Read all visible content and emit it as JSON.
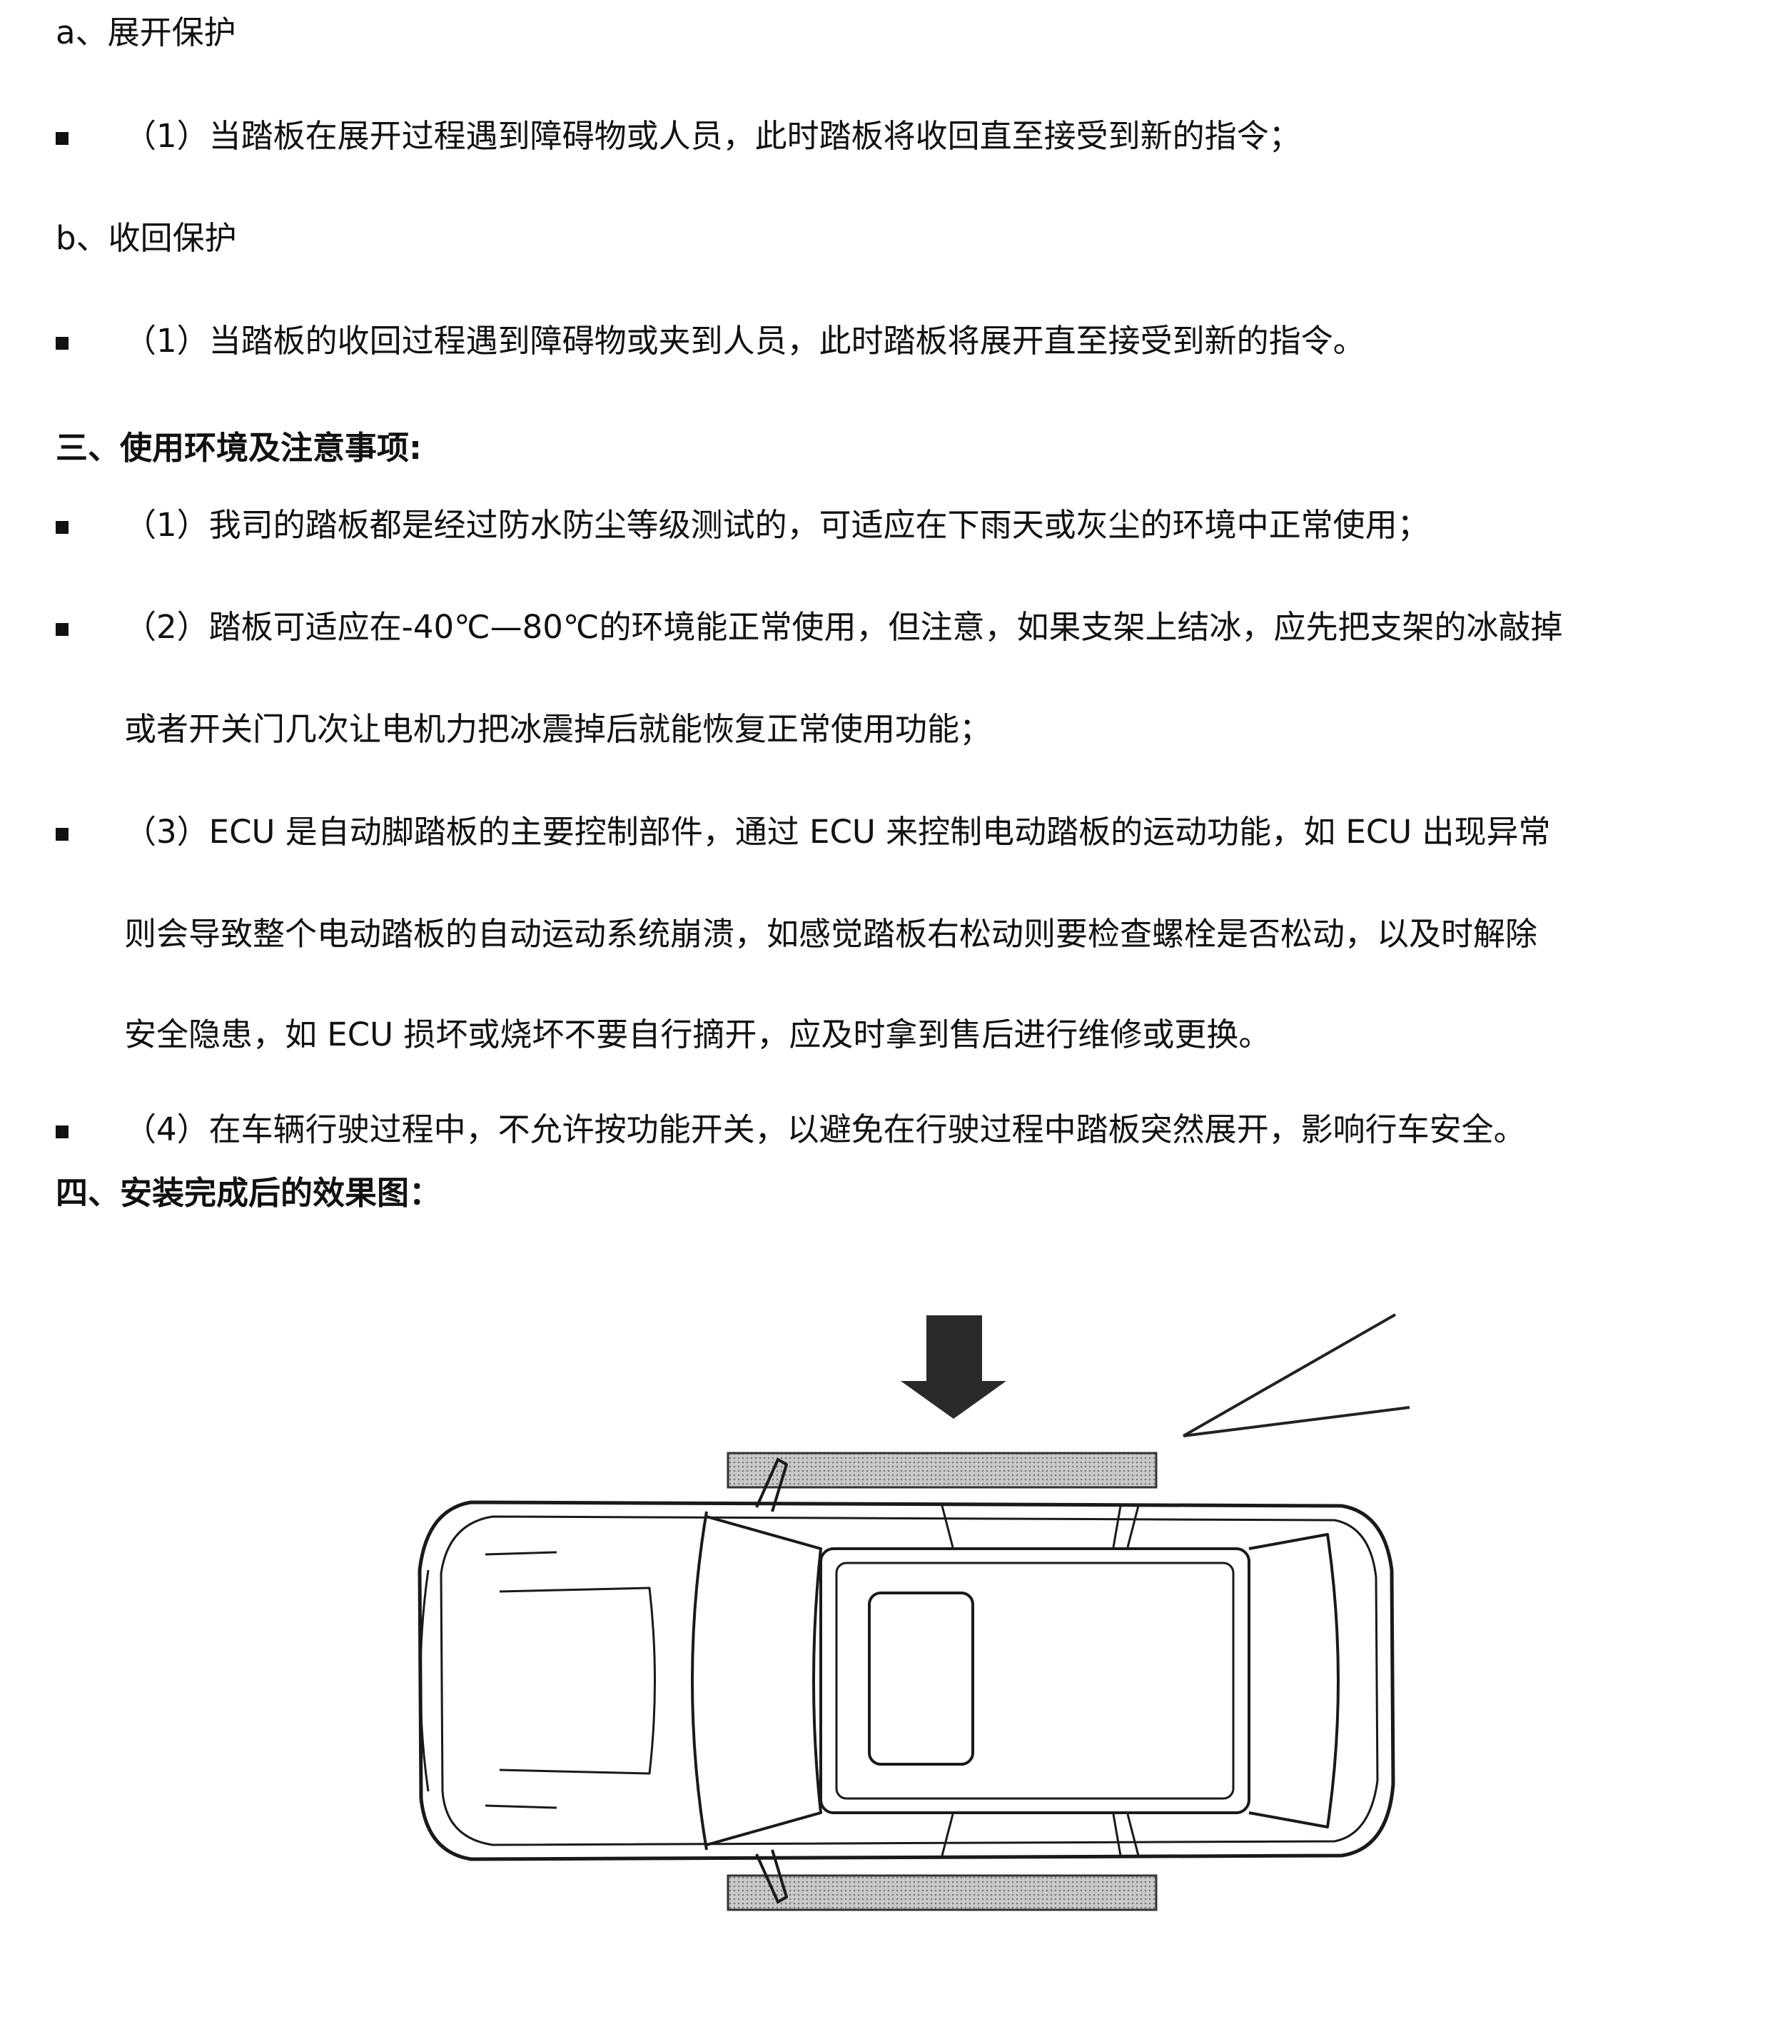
{
  "sections": {
    "a_heading": "a、展开保护",
    "a_item1": "（1）当踏板在展开过程遇到障碍物或人员，此时踏板将收回直至接受到新的指令；",
    "b_heading": "b、收回保护",
    "b_item1": "（1）当踏板的收回过程遇到障碍物或夹到人员，此时踏板将展开直至接受到新的指令。",
    "s3_heading": "三、使用环境及注意事项:",
    "s3_item1": "（1）我司的踏板都是经过防水防尘等级测试的，可适应在下雨天或灰尘的环境中正常使用；",
    "s3_item2_l1": "（2）踏板可适应在-40℃—80℃的环境能正常使用，但注意，如果支架上结冰，应先把支架的冰敲掉",
    "s3_item2_l2": "或者开关门几次让电机力把冰震掉后就能恢复正常使用功能；",
    "s3_item3_l1": "（3）ECU 是自动脚踏板的主要控制部件，通过 ECU 来控制电动踏板的运动功能，如 ECU 出现异常",
    "s3_item3_l2": "则会导致整个电动踏板的自动运动系统崩溃，如感觉踏板右松动则要检查螺栓是否松动，以及时解除",
    "s3_item3_l3": "安全隐患，如 ECU 损坏或烧坏不要自行摘开，应及时拿到售后进行维修或更换。",
    "s3_item4": "（4）在车辆行驶过程中，不允许按功能开关，以避免在行驶过程中踏板突然展开，影响行车安全。",
    "s4_heading": "四、安装完成后的效果图："
  }
}
